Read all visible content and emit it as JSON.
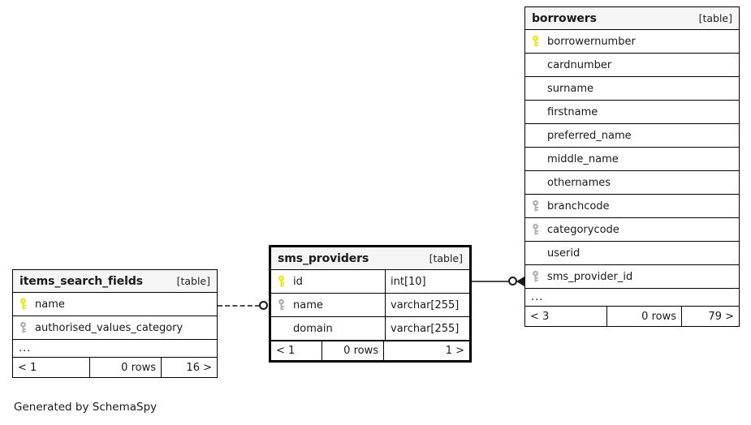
{
  "diagram": {
    "credit": "Generated by SchemaSpy",
    "table_tag": "[table]",
    "more_marker": "...",
    "rows_label": "0 rows"
  },
  "tables": [
    {
      "id": "borrowers",
      "name": "borrowers",
      "tag": "[table]",
      "columns": [
        {
          "name": "borrowernumber",
          "key": "primary"
        },
        {
          "name": "cardnumber",
          "key": "none"
        },
        {
          "name": "surname",
          "key": "none"
        },
        {
          "name": "firstname",
          "key": "none"
        },
        {
          "name": "preferred_name",
          "key": "none"
        },
        {
          "name": "middle_name",
          "key": "none"
        },
        {
          "name": "othernames",
          "key": "none"
        },
        {
          "name": "branchcode",
          "key": "foreign"
        },
        {
          "name": "categorycode",
          "key": "foreign"
        },
        {
          "name": "userid",
          "key": "none"
        },
        {
          "name": "sms_provider_id",
          "key": "foreign"
        }
      ],
      "more": "...",
      "footer": {
        "left": "< 3",
        "mid": "0 rows",
        "right": "79 >"
      }
    },
    {
      "id": "sms_providers",
      "name": "sms_providers",
      "tag": "[table]",
      "focus": true,
      "columns": [
        {
          "name": "id",
          "type": "int[10]",
          "key": "primary"
        },
        {
          "name": "name",
          "type": "varchar[255]",
          "key": "foreign"
        },
        {
          "name": "domain",
          "type": "varchar[255]",
          "key": "none"
        }
      ],
      "footer": {
        "left": "< 1",
        "mid": "0 rows",
        "right": "1 >"
      }
    },
    {
      "id": "items_search_fields",
      "name": "items_search_fields",
      "tag": "[table]",
      "columns": [
        {
          "name": "name",
          "key": "primary"
        },
        {
          "name": "authorised_values_category",
          "key": "foreign"
        }
      ],
      "more": "...",
      "footer": {
        "left": "< 1",
        "mid": "0 rows",
        "right": "16 >"
      }
    }
  ],
  "relationships": [
    {
      "id": "items_search_fields-to-sms_providers",
      "from": "items_search_fields.name",
      "to": "sms_providers.name",
      "style": "dashed",
      "end_marker": "circle"
    },
    {
      "id": "sms_providers-to-borrowers",
      "from": "sms_providers.id",
      "to": "borrowers.sms_provider_id",
      "style": "solid",
      "end_marker": "circle-crowsfoot"
    }
  ],
  "colors": {
    "primary_key": "#e8e800",
    "foreign_key": "#b0b0b0",
    "header_bg": "#f5f5f5",
    "border": "#000000",
    "connector": "#4d4d4d",
    "background": "#ffffff"
  }
}
